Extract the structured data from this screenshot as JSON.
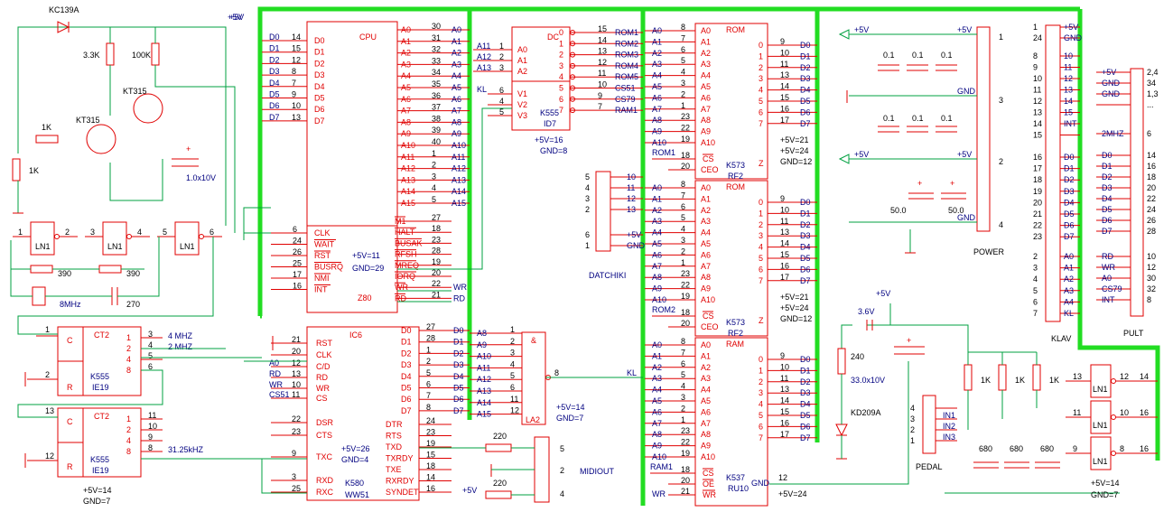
{
  "cpu": {
    "title": "CPU",
    "part": "Z80",
    "power": "+5V=11",
    "gnd": "GND=29",
    "left_pins": [
      {
        "pin": "14",
        "name": "D0",
        "net": "D0"
      },
      {
        "pin": "15",
        "name": "D1",
        "net": "D1"
      },
      {
        "pin": "12",
        "name": "D2",
        "net": "D2"
      },
      {
        "pin": "8",
        "name": "D3",
        "net": "D3"
      },
      {
        "pin": "7",
        "name": "D4",
        "net": "D4"
      },
      {
        "pin": "9",
        "name": "D5",
        "net": "D5"
      },
      {
        "pin": "10",
        "name": "D6",
        "net": "D6"
      },
      {
        "pin": "13",
        "name": "D7",
        "net": "D7"
      }
    ],
    "right_pins": [
      {
        "pin": "30",
        "name": "A0",
        "net": "A0"
      },
      {
        "pin": "31",
        "name": "A1",
        "net": "A1"
      },
      {
        "pin": "32",
        "name": "A2",
        "net": "A2"
      },
      {
        "pin": "33",
        "name": "A3",
        "net": "A3"
      },
      {
        "pin": "34",
        "name": "A4",
        "net": "A4"
      },
      {
        "pin": "35",
        "name": "A5",
        "net": "A5"
      },
      {
        "pin": "36",
        "name": "A6",
        "net": "A6"
      },
      {
        "pin": "37",
        "name": "A7",
        "net": "A7"
      },
      {
        "pin": "38",
        "name": "A8",
        "net": "A8"
      },
      {
        "pin": "39",
        "name": "A9",
        "net": "A9"
      },
      {
        "pin": "40",
        "name": "A10",
        "net": "A10"
      },
      {
        "pin": "1",
        "name": "A11",
        "net": "A11"
      },
      {
        "pin": "2",
        "name": "A12",
        "net": "A12"
      },
      {
        "pin": "3",
        "name": "A13",
        "net": "A13"
      },
      {
        "pin": "4",
        "name": "A14",
        "net": "A14"
      },
      {
        "pin": "5",
        "name": "A15",
        "net": "A15"
      }
    ],
    "ctrl_out": [
      {
        "pin": "27",
        "name": "M1",
        "net": ""
      },
      {
        "pin": "18",
        "name": "HALT",
        "net": ""
      },
      {
        "pin": "23",
        "name": "BUSAK",
        "net": ""
      },
      {
        "pin": "28",
        "name": "RFSH",
        "net": ""
      },
      {
        "pin": "19",
        "name": "MREQ",
        "net": ""
      },
      {
        "pin": "20",
        "name": "IORQ",
        "net": ""
      },
      {
        "pin": "22",
        "name": "WR",
        "net": "WR"
      },
      {
        "pin": "21",
        "name": "RD",
        "net": "RD"
      }
    ],
    "ctrl_in": [
      {
        "pin": "6",
        "name": "CLK"
      },
      {
        "pin": "24",
        "name": "WAIT"
      },
      {
        "pin": "26",
        "name": "RST"
      },
      {
        "pin": "25",
        "name": "BUSRQ"
      },
      {
        "pin": "17",
        "name": "NMI"
      },
      {
        "pin": "16",
        "name": "INT"
      }
    ]
  },
  "dc": {
    "title": "DC",
    "part": "K555",
    "part2": "ID7",
    "power": "+5V=16",
    "gnd": "GND=8",
    "inputs": [
      {
        "pin": "1",
        "name": "A0",
        "net": "A11"
      },
      {
        "pin": "2",
        "name": "A1",
        "net": "A12"
      },
      {
        "pin": "3",
        "name": "A2",
        "net": "A13"
      }
    ],
    "enables": [
      {
        "pin": "6",
        "name": "V1",
        "net": "KL"
      },
      {
        "pin": "4",
        "name": "V2",
        "net": ""
      },
      {
        "pin": "5",
        "name": "V3",
        "net": ""
      }
    ],
    "outputs": [
      {
        "idx": "0",
        "pin": "15",
        "net": "ROM1"
      },
      {
        "idx": "1",
        "pin": "14",
        "net": "ROM2"
      },
      {
        "idx": "2",
        "pin": "13",
        "net": "ROM3"
      },
      {
        "idx": "3",
        "pin": "12",
        "net": "ROM4"
      },
      {
        "idx": "4",
        "pin": "11",
        "net": "ROM5"
      },
      {
        "idx": "5",
        "pin": "10",
        "net": "CS51"
      },
      {
        "idx": "6",
        "pin": "9",
        "net": "CS79"
      },
      {
        "idx": "7",
        "pin": "7",
        "net": "RAM1"
      }
    ]
  },
  "mem_addr": [
    {
      "net": "A0",
      "pin": "8"
    },
    {
      "net": "A1",
      "pin": "7"
    },
    {
      "net": "A2",
      "pin": "6"
    },
    {
      "net": "A3",
      "pin": "5"
    },
    {
      "net": "A4",
      "pin": "4"
    },
    {
      "net": "A5",
      "pin": "3"
    },
    {
      "net": "A6",
      "pin": "2"
    },
    {
      "net": "A7",
      "pin": "1"
    },
    {
      "net": "A8",
      "pin": "23"
    },
    {
      "net": "A9",
      "pin": "22"
    },
    {
      "net": "A10",
      "pin": "19"
    }
  ],
  "mem_data": [
    {
      "pin": "9",
      "net": "D0"
    },
    {
      "pin": "10",
      "net": "D1"
    },
    {
      "pin": "11",
      "net": "D2"
    },
    {
      "pin": "13",
      "net": "D3"
    },
    {
      "pin": "14",
      "net": "D4"
    },
    {
      "pin": "15",
      "net": "D5"
    },
    {
      "pin": "16",
      "net": "D6"
    },
    {
      "pin": "17",
      "net": "D7"
    }
  ],
  "rom1": {
    "type": "ROM",
    "part": "K573",
    "part2": "RF2",
    "cs_net": "ROM1",
    "cs_pin": "18",
    "ceo_pin": "20",
    "power": "+5V=21",
    "power2": "+5V=24",
    "gnd": "GND=12",
    "z": "Z"
  },
  "rom2": {
    "type": "ROM",
    "part": "K573",
    "part2": "RF2",
    "cs_net": "ROM2",
    "cs_pin": "18",
    "ceo_pin": "20",
    "power": "+5V=21",
    "power2": "+5V=24",
    "gnd": "GND=12",
    "z": "Z"
  },
  "ram": {
    "type": "RAM",
    "part": "K537",
    "part2": "RU10",
    "cs_net": "RAM1",
    "wr_net": "WR",
    "cs_pin": "18",
    "oe_pin": "20",
    "wr_pin": "21",
    "gnd_label": "GND",
    "gnd_pin": "12",
    "power": "+5V=24"
  },
  "ic6": {
    "title": "IC6",
    "part": "K580",
    "part2": "WW51",
    "power": "+5V=26",
    "gnd": "GND=4",
    "left_pins": [
      {
        "pin": "21",
        "name": "RST"
      },
      {
        "pin": "20",
        "name": "CLK"
      },
      {
        "pin": "12",
        "name": "C/D",
        "net": "A0"
      },
      {
        "pin": "13",
        "name": "RD",
        "net": "RD"
      },
      {
        "pin": "10",
        "name": "WR",
        "net": "WR"
      },
      {
        "pin": "11",
        "name": "CS",
        "net": "CS51"
      },
      {
        "pin": "22",
        "name": "DSR"
      },
      {
        "pin": "23",
        "name": "CTS"
      },
      {
        "pin": "9",
        "name": "TXC"
      },
      {
        "pin": "3",
        "name": "RXD"
      },
      {
        "pin": "25",
        "name": "RXC"
      }
    ],
    "data_pins": [
      {
        "pin": "27",
        "name": "D0",
        "net": "D0"
      },
      {
        "pin": "28",
        "name": "D1",
        "net": "D1"
      },
      {
        "pin": "1",
        "name": "D2",
        "net": "D2"
      },
      {
        "pin": "2",
        "name": "D3",
        "net": "D3"
      },
      {
        "pin": "5",
        "name": "D4",
        "net": "D4"
      },
      {
        "pin": "6",
        "name": "D5",
        "net": "D5"
      },
      {
        "pin": "7",
        "name": "D6",
        "net": "D6"
      },
      {
        "pin": "8",
        "name": "D7",
        "net": "D7"
      }
    ],
    "right_pins": [
      {
        "pin": "24",
        "name": "DTR"
      },
      {
        "pin": "23",
        "name": "RTS"
      },
      {
        "pin": "19",
        "name": "TXD"
      },
      {
        "pin": "15",
        "name": "TXRDY"
      },
      {
        "pin": "18",
        "name": "TXE"
      },
      {
        "pin": "14",
        "name": "RXRDY"
      },
      {
        "pin": "16",
        "name": "SYNDET"
      }
    ]
  },
  "la2": {
    "title": "&",
    "part": "LA2",
    "power": "+5V=14",
    "gnd": "GND=7",
    "out_pin": "8",
    "out_net": "KL",
    "inputs": [
      {
        "net": "A8",
        "pin": "1"
      },
      {
        "net": "A9",
        "pin": "2"
      },
      {
        "net": "A10",
        "pin": "3"
      },
      {
        "net": "A11",
        "pin": "4"
      },
      {
        "net": "A12",
        "pin": "5"
      },
      {
        "net": "A13",
        "pin": "6"
      },
      {
        "net": "A14",
        "pin": "11"
      },
      {
        "net": "A15",
        "pin": "12"
      }
    ]
  },
  "ct1": {
    "title": "CT2",
    "part": "K555",
    "part2": "IE19",
    "c": "C",
    "r": "R",
    "c_pin": "1",
    "r_pin": "2",
    "outs": [
      {
        "n": "1",
        "pin": "3",
        "net": "4 MHZ"
      },
      {
        "n": "2",
        "pin": "4",
        "net": "2 MHZ"
      },
      {
        "n": "4",
        "pin": "5",
        "net": ""
      },
      {
        "n": "8",
        "pin": "6",
        "net": ""
      }
    ]
  },
  "ct2": {
    "title": "CT2",
    "part": "K555",
    "part2": "IE19",
    "c": "C",
    "r": "R",
    "c_pin": "13",
    "r_pin": "12",
    "power": "+5V=14",
    "gnd": "GND=7",
    "outs": [
      {
        "n": "1",
        "pin": "11",
        "net": ""
      },
      {
        "n": "2",
        "pin": "10",
        "net": ""
      },
      {
        "n": "4",
        "pin": "9",
        "net": ""
      },
      {
        "n": "8",
        "pin": "8",
        "net": "31.25kHZ"
      }
    ]
  },
  "reset": {
    "vcc": "+5V",
    "diode": "KC139A",
    "r1": "3.3K",
    "r2": "100K",
    "r3": "1K",
    "r4": "1K",
    "q1": "KT315",
    "q2": "KT315",
    "cap": "1.0x10V"
  },
  "osc": {
    "inv_label": "LN1",
    "pins": [
      {
        "a": "1",
        "b": "2"
      },
      {
        "a": "3",
        "b": "4"
      },
      {
        "a": "5",
        "b": "6"
      }
    ],
    "r1": "390",
    "r2": "390",
    "xtal": "8MHz",
    "cap": "270"
  },
  "datchiki": {
    "title": "DATCHIKI",
    "pins": [
      {
        "p": "5",
        "n": "10"
      },
      {
        "p": "4",
        "n": "11"
      },
      {
        "p": "3",
        "n": "12"
      },
      {
        "p": "2",
        "n": "13"
      },
      {
        "p": "6",
        "n": "+5V"
      },
      {
        "p": "1",
        "n": "GND"
      }
    ]
  },
  "midiout": {
    "title": "MIDIOUT",
    "r1": "220",
    "r2": "220",
    "vcc": "+5V",
    "pins": [
      "5",
      "2",
      "4"
    ]
  },
  "power": {
    "title": "POWER",
    "rails": [
      {
        "label": "+5V",
        "pin": "1"
      },
      {
        "label": "GND",
        "pin": "3"
      },
      {
        "label": "+5V",
        "pin": "2"
      },
      {
        "label": "GND",
        "pin": "4"
      }
    ],
    "caps_top": [
      "0.1",
      "0.1",
      "0.1"
    ],
    "caps_mid": [
      "0.1",
      "0.1",
      "0.1"
    ],
    "caps_el": [
      "50.0",
      "50.0"
    ],
    "vcc": "+5V"
  },
  "klav": {
    "title": "KLAV",
    "rows": [
      {
        "a": "1",
        "b": "+5V"
      },
      {
        "a": "24",
        "b": "GND"
      },
      {
        "a": "8",
        "b": "10"
      },
      {
        "a": "9",
        "b": "11"
      },
      {
        "a": "10",
        "b": "12"
      },
      {
        "a": "11",
        "b": "13"
      },
      {
        "a": "12",
        "b": "14"
      },
      {
        "a": "13",
        "b": "15"
      },
      {
        "a": "14",
        "b": "INT"
      },
      {
        "a": "15",
        "b": ""
      },
      {
        "a": "16",
        "b": "D0"
      },
      {
        "a": "17",
        "b": "D1"
      },
      {
        "a": "18",
        "b": "D2"
      },
      {
        "a": "19",
        "b": "D3"
      },
      {
        "a": "20",
        "b": "D4"
      },
      {
        "a": "21",
        "b": "D5"
      },
      {
        "a": "22",
        "b": "D6"
      },
      {
        "a": "23",
        "b": "D7"
      },
      {
        "a": "2",
        "b": "A0"
      },
      {
        "a": "3",
        "b": "A1"
      },
      {
        "a": "4",
        "b": "A2"
      },
      {
        "a": "5",
        "b": "A3"
      },
      {
        "a": "6",
        "b": "A4"
      },
      {
        "a": "7",
        "b": "KL"
      }
    ]
  },
  "pult": {
    "title": "PULT",
    "rows": [
      {
        "a": "+5V",
        "b": "2,4"
      },
      {
        "a": "GND",
        "b": "34"
      },
      {
        "a": "GND",
        "b": "1,3"
      },
      {
        "a": "",
        "b": "..."
      },
      {
        "a": "2MHZ",
        "b": "6"
      },
      {
        "a": "D0",
        "b": "14"
      },
      {
        "a": "D1",
        "b": "16"
      },
      {
        "a": "D2",
        "b": "18"
      },
      {
        "a": "D3",
        "b": "20"
      },
      {
        "a": "D4",
        "b": "22"
      },
      {
        "a": "D5",
        "b": "24"
      },
      {
        "a": "D6",
        "b": "26"
      },
      {
        "a": "D7",
        "b": "28"
      },
      {
        "a": "RD",
        "b": "10"
      },
      {
        "a": "WR",
        "b": "12"
      },
      {
        "a": "A0",
        "b": "30"
      },
      {
        "a": "CS79",
        "b": "32"
      },
      {
        "a": "INT",
        "b": "8"
      }
    ]
  },
  "pedal": {
    "title": "PEDAL",
    "vcc": "+5V",
    "zener": "3.6V",
    "r": "240",
    "cap": "33.0x10V",
    "diode": "KD209A",
    "pins": [
      {
        "p": "4",
        "n": ""
      },
      {
        "p": "3",
        "n": "IN1"
      },
      {
        "p": "2",
        "n": "IN2"
      },
      {
        "p": "1",
        "n": "IN3"
      }
    ],
    "pullups": [
      "1K",
      "1K",
      "1K"
    ],
    "caps": [
      "680",
      "680",
      "680"
    ],
    "ln": [
      {
        "label": "LN1",
        "in": "13",
        "out": "12",
        "net": "14"
      },
      {
        "label": "LN1",
        "in": "11",
        "out": "10",
        "net": "16"
      },
      {
        "label": "LN1",
        "in": "9",
        "out": "8",
        "net": "16"
      }
    ],
    "power": "+5V=14",
    "gnd": "GND=7"
  },
  "top_vcc": "+5V",
  "ctrl_nets": {
    "wr": "WR",
    "rd": "RD",
    "a0": "A0",
    "rd2": "RD",
    "wr2": "WR",
    "cs51": "CS51",
    "kl": "KL"
  }
}
